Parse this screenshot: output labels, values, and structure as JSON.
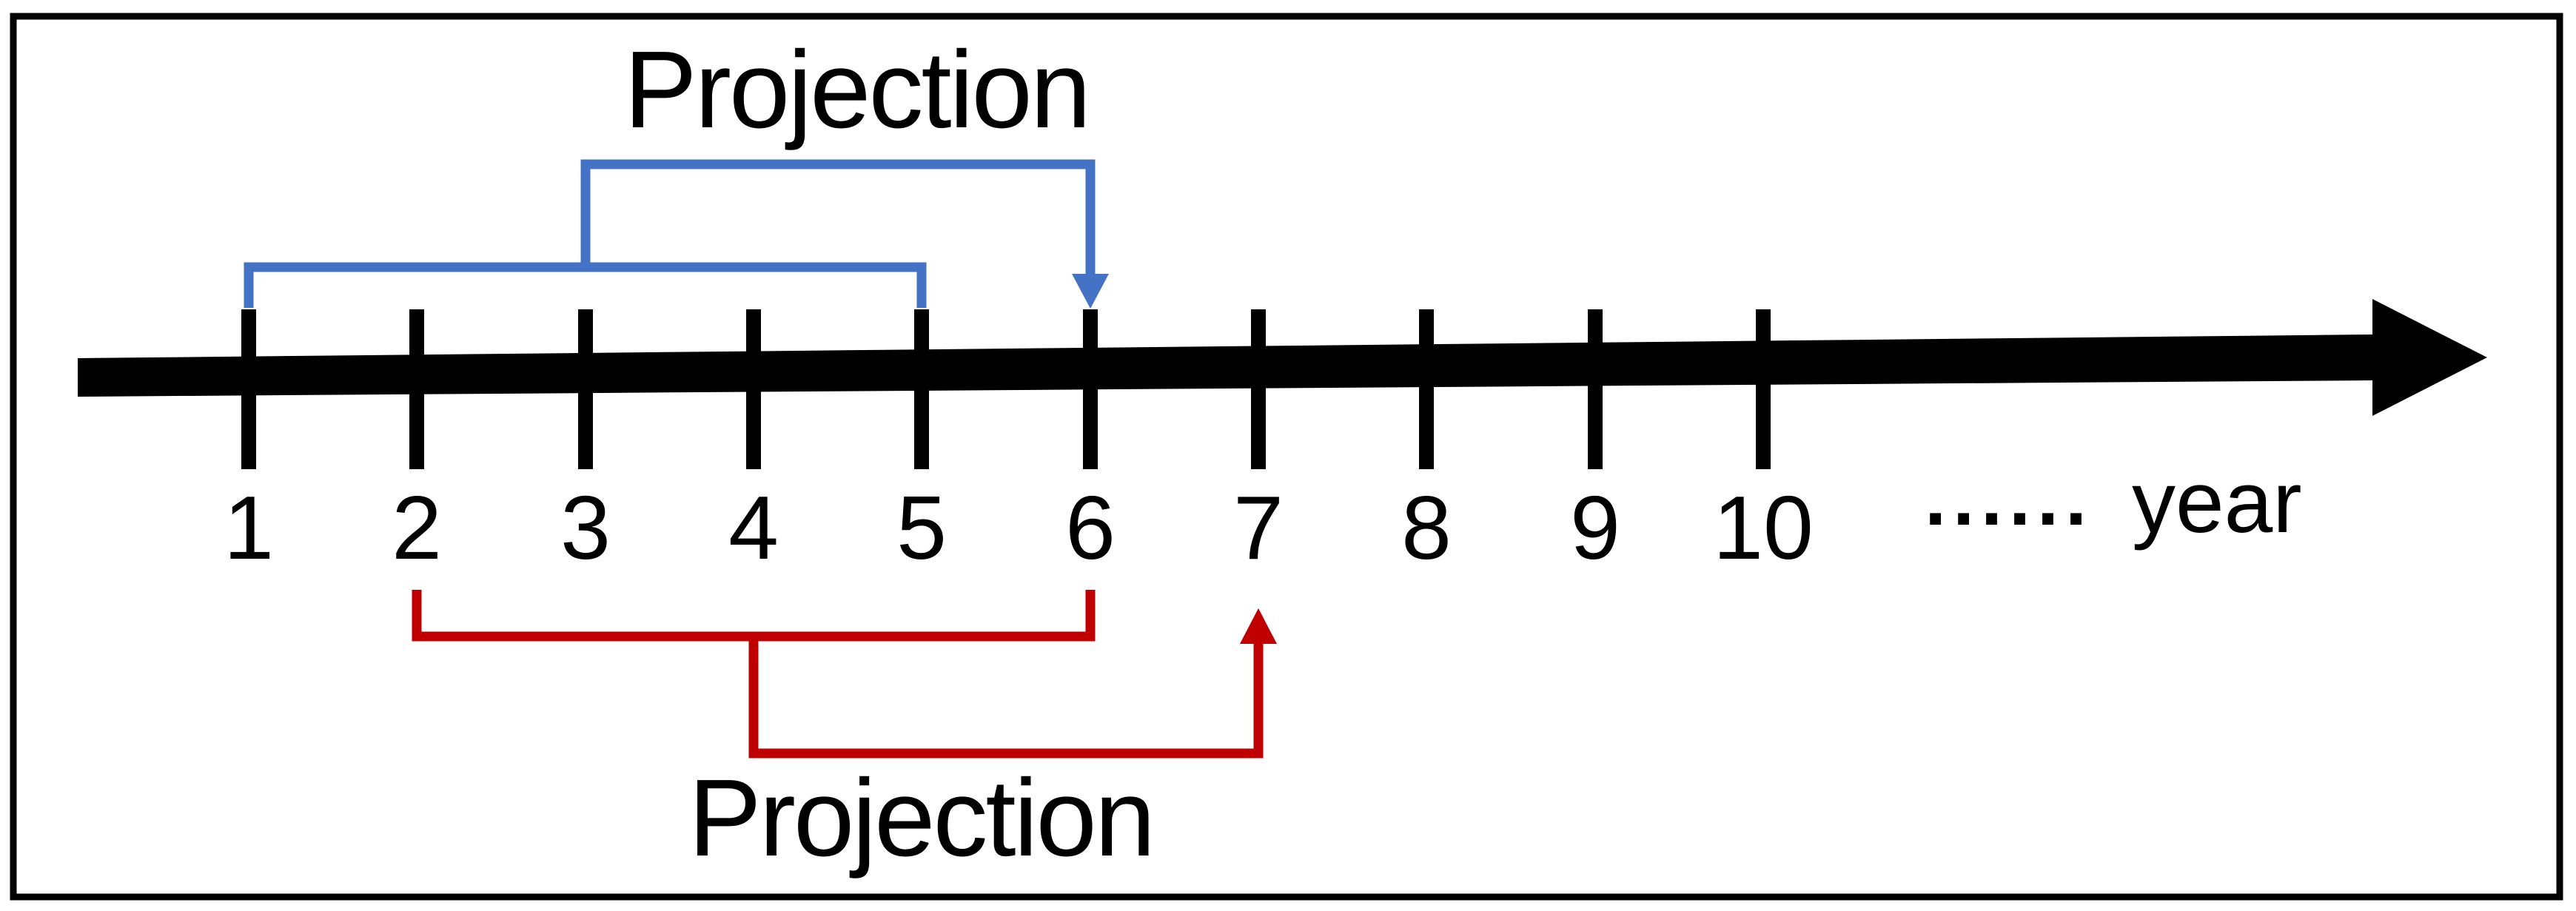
{
  "figure": {
    "top_bracket_label": "Projection",
    "bottom_bracket_label": "Projection",
    "axis_unit_label": "year",
    "ellipsis": "······",
    "tick_labels": [
      "1",
      "2",
      "3",
      "4",
      "5",
      "6",
      "7",
      "8",
      "9",
      "10"
    ]
  },
  "colors": {
    "top_projection_arrow": "#4472C4",
    "bottom_projection_arrow": "#C00000",
    "timeline": "#000000",
    "background": "#FFFFFF"
  }
}
